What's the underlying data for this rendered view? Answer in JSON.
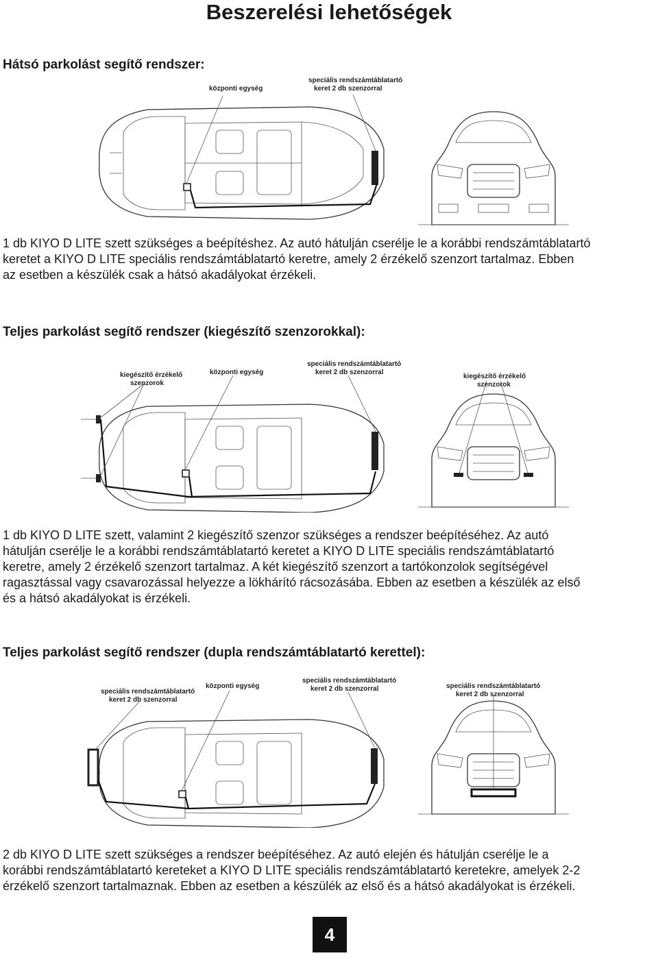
{
  "page": {
    "title": "Beszerelési lehetőségek",
    "page_number": "4"
  },
  "sections": [
    {
      "heading": "Hátsó parkolást segítő rendszer:",
      "labels": {
        "center_unit": "központi egység",
        "plate_line1": "speciális rendszámtáblatartó",
        "plate_line2": "keret 2 db szenzorral"
      },
      "text_lines": [
        "1 db KIYO D LITE szett szükséges a beépítéshez. Az autó hátulján cserélje le a korábbi rendszámtáblatartó",
        "keretet a KIYO D LITE speciális rendszámtáblatartó keretre, amely 2 érzékelő szenzort tartalmaz. Ebben",
        "az esetben a készülék csak a hátsó akadályokat érzékeli."
      ]
    },
    {
      "heading": "Teljes parkolást segítő rendszer (kiegészítő szenzorokkal):",
      "labels": {
        "extra_line1": "kiegészítő érzékelő",
        "extra_line2": "szenzorok",
        "center_unit": "központi egység",
        "plate_line1": "speciális rendszámtáblatartó",
        "plate_line2": "keret 2 db szenzorral",
        "front_extra_line1": "kiegészítő érzékelő",
        "front_extra_line2": "szenzorok"
      },
      "text_lines": [
        "1 db KIYO D LITE szett, valamint 2 kiegészítő szenzor szükséges a rendszer beépítéséhez. Az autó",
        "hátulján cserélje le a korábbi rendszámtáblatartó keretet a KIYO D LITE speciális rendszámtáblatartó",
        "keretre, amely 2 érzékelő szenzort tartalmaz. A két kiegészítő szenzort a tartókonzolok segítségével",
        "ragasztással vagy csavarozással helyezze a lökhárító rácsozásába. Ebben az esetben a készülék az első",
        "és a hátsó akadályokat is érzékeli."
      ]
    },
    {
      "heading": "Teljes parkolást segítő rendszer (dupla rendszámtáblatartó kerettel):",
      "labels": {
        "front_plate_line1": "speciális rendszámtáblatartó",
        "front_plate_line2": "keret 2 db szenzorral",
        "center_unit": "központi egység",
        "plate_line1": "speciális rendszámtáblatartó",
        "plate_line2": "keret 2 db szenzorral",
        "right_plate_line1": "speciális rendszámtáblatartó",
        "right_plate_line2": "keret 2 db szenzorral"
      },
      "text_lines": [
        "2 db KIYO D LITE szett szükséges a rendszer beépítéséhez. Az autó elején és hátulján cserélje le a",
        "korábbi rendszámtáblatartó kereteket a KIYO D LITE speciális rendszámtáblatartó keretekre, amelyek 2-2",
        "érzékelő szenzort tartalmaznak. Ebben az esetben a készülék az első és a hátsó akadályokat is érzékeli."
      ]
    }
  ],
  "icons": [
    "car-top-view-icon",
    "car-front-view-icon",
    "sensor-icon"
  ]
}
